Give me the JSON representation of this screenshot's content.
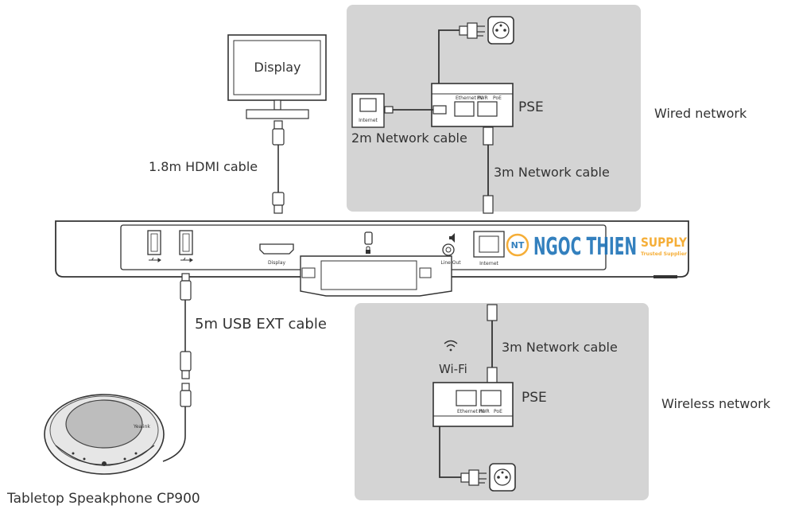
{
  "labels": {
    "display": "Display",
    "hdmi_cable": "1.8m HDMI cable",
    "usb_cable": "5m USB EXT cable",
    "speakerphone": "Tabletop Speakphone CP900",
    "speaker_brand": "Yealink",
    "pse_top": "PSE",
    "pse_bottom": "PSE",
    "net_2m": "2m Network cable",
    "net_3m_top": "3m Network cable",
    "net_3m_bottom": "3m Network cable",
    "wired_network": "Wired network",
    "wireless_network": "Wireless network",
    "wifi": "Wi-Fi"
  },
  "ports": {
    "display": "Display",
    "line_out": "Line Out",
    "internet": "Internet",
    "wall_internet": "Internet",
    "pse_ethernet": "Ethernet IN",
    "pse_pwr": "PWR",
    "pse_poe": "PoE",
    "pse_bottom_ethernet": "Ethernet IN",
    "pse_bottom_pwr": "PWR",
    "pse_bottom_poe": "PoE"
  },
  "watermark": {
    "badge": "NT",
    "name": "NGOC THIEN",
    "supply": "SUPPLY",
    "tagline": "Trusted Supplier"
  },
  "colors": {
    "panel": "#d4d4d4",
    "line": "#333333",
    "logo_blue": "#1e73b8",
    "logo_orange": "#f5a623"
  },
  "icons": {
    "usb": "usb-icon",
    "lock": "lock-icon",
    "speaker": "speaker-icon",
    "wifi": "wifi-icon",
    "outlet": "power-outlet-icon"
  }
}
